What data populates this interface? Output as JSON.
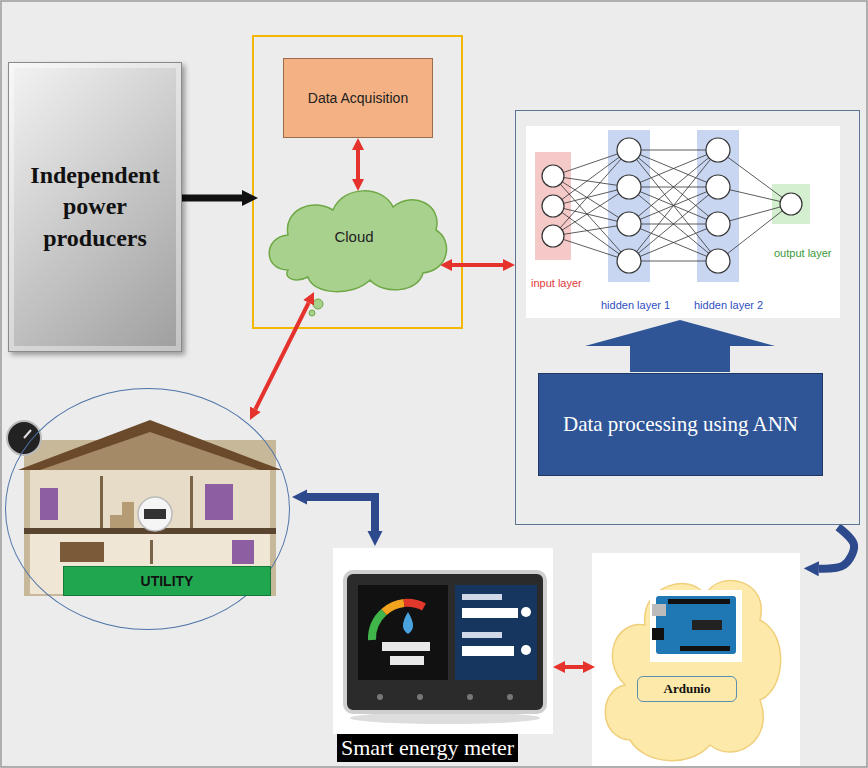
{
  "diagram": {
    "nodes": [
      {
        "text": [
          "Independent power producers"
        ]
      },
      {
        "text": [
          "Data Acquisition"
        ]
      },
      {
        "text": [
          "Cloud"
        ]
      },
      {
        "text": [
          "input layer",
          "hidden layer 1",
          "hidden layer 2",
          "output layer"
        ]
      },
      {
        "text": [
          "Data processing using ANN"
        ],
        "in": 3
      },
      {
        "text": [
          "UTILITY"
        ]
      },
      {
        "text": [
          "Smart energy meter"
        ]
      },
      {
        "text": [
          "Ardunio"
        ]
      }
    ],
    "edges": [
      {
        "from": 0,
        "to": 2,
        "arrow": "to"
      },
      {
        "from": 1,
        "to": 2,
        "arrow": "both"
      },
      {
        "from": 2,
        "to": 3,
        "arrow": "both"
      },
      {
        "from": 2,
        "to": 5,
        "arrow": "both"
      },
      {
        "from": 5,
        "to": 6,
        "arrow": "both"
      },
      {
        "from": 3,
        "to": 7,
        "arrow": "to"
      },
      {
        "from": 6,
        "to": 7,
        "arrow": "both"
      }
    ]
  }
}
